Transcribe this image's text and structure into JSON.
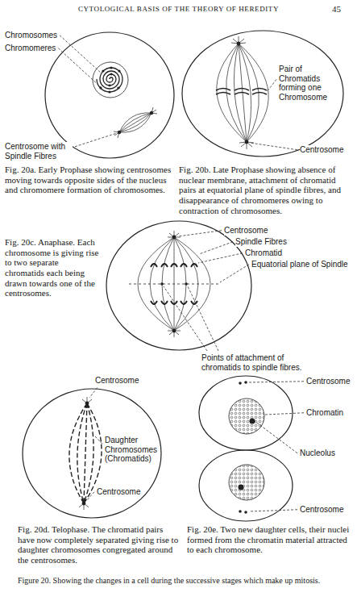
{
  "diagram": {
    "title": "CYTOLOGICAL BASIS OF THE THEORY OF HEREDITY",
    "caption": "Figure 20. Showing the changes in a cell during the successive stages which make up mitosis.",
    "labels": [
      "45",
      "Chromosomes",
      "Chromomeres",
      "Centrosome with Spindle Fibres",
      "Fig. 20a. Early Prophase showing centrosomes moving towards opposite sides of the nucleus and chromomere formation of chromosomes.",
      "Pair of Chromatids forming one Chromosome",
      "Centrosome",
      "Fig. 20b. Late Prophase showing absence of nuclear membrane, attachment of chromatid pairs at equatorial plane of spindle fibres, and disappearance of chromomeres owing to contraction of chromosomes.",
      "Fig. 20c. Anaphase. Each chromosome is giving rise to two separate chromatids each being drawn towards one of the centrosomes.",
      "Centrosome",
      "Spindle Fibres",
      "Chromatid",
      "Equatorial plane of Spindle",
      "Points of attachment of chromatids to spindle fibres.",
      "Centrosome",
      "Daughter Chromosomes (Chromatids)",
      "Centrosome",
      "Fig. 20d. Telophase. The chromatid pairs have now completely separated giving rise to daughter chromosomes congregated around the centrosomes.",
      "Centrosome",
      "Chromatin",
      "Nucleolus",
      "Centrosome",
      "Fig. 20e. Two new daughter cells, their nuclei formed from the chromatin material attracted to each chromosome."
    ]
  }
}
